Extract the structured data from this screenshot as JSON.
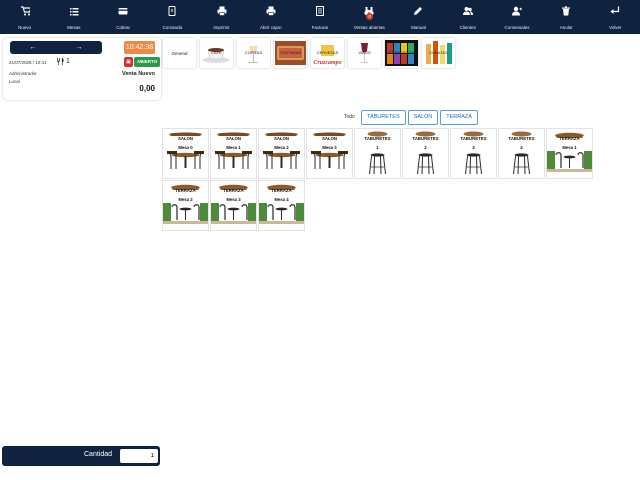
{
  "toolbar": {
    "items": [
      {
        "label": "Nuevo",
        "icon": "cart-icon"
      },
      {
        "label": "Mesas",
        "icon": "list-icon"
      },
      {
        "label": "Cobrar",
        "icon": "card-icon"
      },
      {
        "label": "Comanda",
        "icon": "ticket-icon"
      },
      {
        "label": "Imprimir",
        "icon": "printer-icon"
      },
      {
        "label": "Abrir cajon",
        "icon": "drawer-icon"
      },
      {
        "label": "Facturar",
        "icon": "invoice-icon"
      },
      {
        "label": "Ventas abiertas",
        "icon": "binoculars-icon",
        "badge": "0"
      },
      {
        "label": "Manual",
        "icon": "pencil-icon"
      },
      {
        "label": "Clientes",
        "icon": "clients-icon"
      },
      {
        "label": "Comensales",
        "icon": "diners-icon"
      },
      {
        "label": "Anular",
        "icon": "trash-icon"
      },
      {
        "label": "Volver",
        "icon": "return-icon"
      }
    ]
  },
  "ticket": {
    "prev": "←",
    "next": "→",
    "datetime": "21/07/2025 / 10:41",
    "guests": "1",
    "user": "Administrador",
    "location": "Local",
    "clock": "10:42:38",
    "status": "ABIERTO",
    "sale_type": "Venta Nuevo",
    "total": "0,00"
  },
  "categories": [
    {
      "label": "General"
    },
    {
      "label": "CAFÉ"
    },
    {
      "label": "COPITAS"
    },
    {
      "label": "TOSTADAS"
    },
    {
      "label": "CERVEZAS",
      "logo": "Cruzcampo"
    },
    {
      "label": "VINOS"
    },
    {
      "label": "REFRESCOS"
    },
    {
      "label": "CUBATAS"
    }
  ],
  "filter": {
    "label": "Todo",
    "options": [
      "TABURETES",
      "SALON",
      "TERRAZA"
    ]
  },
  "tables": [
    {
      "zone": "SALON",
      "name": "Mesa 0",
      "type": "salon"
    },
    {
      "zone": "SALON",
      "name": "Mesa 1",
      "type": "salon"
    },
    {
      "zone": "SALON",
      "name": "Mesa 2",
      "type": "salon"
    },
    {
      "zone": "SALON",
      "name": "Mesa 3",
      "type": "salon"
    },
    {
      "zone": "TABURETES",
      "name": "1",
      "type": "stool"
    },
    {
      "zone": "TABURETES",
      "name": "2",
      "type": "stool"
    },
    {
      "zone": "TABURETES",
      "name": "3",
      "type": "stool"
    },
    {
      "zone": "TABURETES",
      "name": "4",
      "type": "stool"
    },
    {
      "zone": "TERRAZA",
      "name": "Mesa 1",
      "type": "terraza"
    },
    {
      "zone": "TERRAZA",
      "name": "Mesa 2",
      "type": "terraza"
    },
    {
      "zone": "TERRAZA",
      "name": "Mesa 3",
      "type": "terraza"
    },
    {
      "zone": "TERRAZA",
      "name": "Mesa 4",
      "type": "terraza"
    }
  ],
  "quantity": {
    "label": "Cantidad",
    "value": "1"
  },
  "colors": {
    "navy": "#0f2340",
    "clock": "#f08a43",
    "status": "#2d9a4a",
    "alert": "#d6302d",
    "filter_border": "#5b9bd5"
  }
}
